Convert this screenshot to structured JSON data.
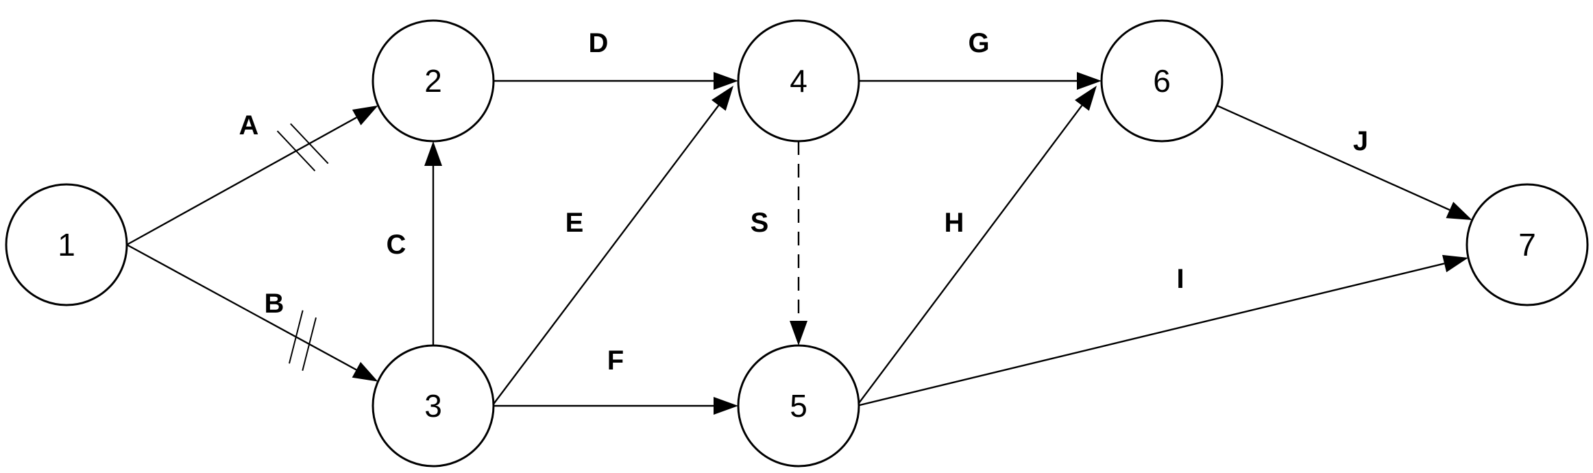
{
  "nodes": [
    {
      "id": "1",
      "label": "1"
    },
    {
      "id": "2",
      "label": "2"
    },
    {
      "id": "3",
      "label": "3"
    },
    {
      "id": "4",
      "label": "4"
    },
    {
      "id": "5",
      "label": "5"
    },
    {
      "id": "6",
      "label": "6"
    },
    {
      "id": "7",
      "label": "7"
    }
  ],
  "edges": [
    {
      "id": "A",
      "label": "A",
      "from": "1",
      "to": "2",
      "style": "solid",
      "crash_marks": true
    },
    {
      "id": "B",
      "label": "B",
      "from": "1",
      "to": "3",
      "style": "solid",
      "crash_marks": true
    },
    {
      "id": "C",
      "label": "C",
      "from": "3",
      "to": "2",
      "style": "solid",
      "crash_marks": false
    },
    {
      "id": "D",
      "label": "D",
      "from": "2",
      "to": "4",
      "style": "solid",
      "crash_marks": false
    },
    {
      "id": "E",
      "label": "E",
      "from": "3",
      "to": "4",
      "style": "solid",
      "crash_marks": false
    },
    {
      "id": "F",
      "label": "F",
      "from": "3",
      "to": "5",
      "style": "solid",
      "crash_marks": false
    },
    {
      "id": "S",
      "label": "S",
      "from": "4",
      "to": "5",
      "style": "dashed",
      "crash_marks": false
    },
    {
      "id": "G",
      "label": "G",
      "from": "4",
      "to": "6",
      "style": "solid",
      "crash_marks": false
    },
    {
      "id": "H",
      "label": "H",
      "from": "5",
      "to": "6",
      "style": "solid",
      "crash_marks": false
    },
    {
      "id": "I",
      "label": "I",
      "from": "5",
      "to": "7",
      "style": "solid",
      "crash_marks": false
    },
    {
      "id": "J",
      "label": "J",
      "from": "6",
      "to": "7",
      "style": "solid",
      "crash_marks": false
    }
  ]
}
